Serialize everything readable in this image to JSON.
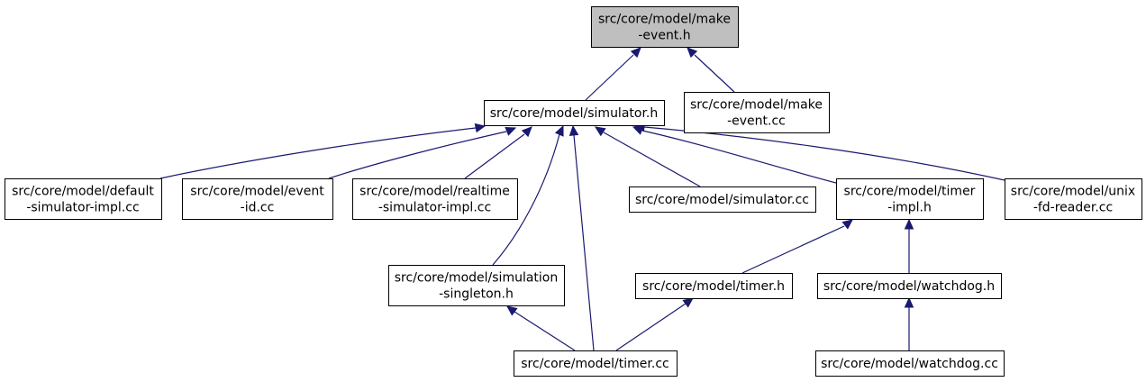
{
  "colors": {
    "root_fill": "#bfbfbf",
    "node_fill": "#ffffff",
    "node_stroke": "#000000",
    "edge": "#191970"
  },
  "nodes": [
    {
      "id": "make-event-h",
      "lines": [
        "src/core/model/make",
        "-event.h"
      ],
      "root": true
    },
    {
      "id": "simulator-h",
      "lines": [
        "src/core/model/simulator.h"
      ]
    },
    {
      "id": "make-event-cc",
      "lines": [
        "src/core/model/make",
        "-event.cc"
      ]
    },
    {
      "id": "default-simulator-impl-cc",
      "lines": [
        "src/core/model/default",
        "-simulator-impl.cc"
      ]
    },
    {
      "id": "event-id-cc",
      "lines": [
        "src/core/model/event",
        "-id.cc"
      ]
    },
    {
      "id": "realtime-simulator-impl-cc",
      "lines": [
        "src/core/model/realtime",
        "-simulator-impl.cc"
      ]
    },
    {
      "id": "simulator-cc",
      "lines": [
        "src/core/model/simulator.cc"
      ]
    },
    {
      "id": "timer-impl-h",
      "lines": [
        "src/core/model/timer",
        "-impl.h"
      ]
    },
    {
      "id": "unix-fd-reader-cc",
      "lines": [
        "src/core/model/unix",
        "-fd-reader.cc"
      ]
    },
    {
      "id": "simulation-singleton-h",
      "lines": [
        "src/core/model/simulation",
        "-singleton.h"
      ]
    },
    {
      "id": "timer-h",
      "lines": [
        "src/core/model/timer.h"
      ]
    },
    {
      "id": "watchdog-h",
      "lines": [
        "src/core/model/watchdog.h"
      ]
    },
    {
      "id": "timer-cc",
      "lines": [
        "src/core/model/timer.cc"
      ]
    },
    {
      "id": "watchdog-cc",
      "lines": [
        "src/core/model/watchdog.cc"
      ]
    }
  ],
  "edges": [
    {
      "from": "simulator-h",
      "to": "make-event-h"
    },
    {
      "from": "make-event-cc",
      "to": "make-event-h"
    },
    {
      "from": "default-simulator-impl-cc",
      "to": "simulator-h"
    },
    {
      "from": "event-id-cc",
      "to": "simulator-h"
    },
    {
      "from": "realtime-simulator-impl-cc",
      "to": "simulator-h"
    },
    {
      "from": "simulation-singleton-h",
      "to": "simulator-h"
    },
    {
      "from": "timer-cc",
      "to": "simulator-h"
    },
    {
      "from": "simulator-cc",
      "to": "simulator-h"
    },
    {
      "from": "timer-impl-h",
      "to": "simulator-h"
    },
    {
      "from": "unix-fd-reader-cc",
      "to": "simulator-h"
    },
    {
      "from": "timer-h",
      "to": "timer-impl-h"
    },
    {
      "from": "watchdog-h",
      "to": "timer-impl-h"
    },
    {
      "from": "timer-cc",
      "to": "simulation-singleton-h"
    },
    {
      "from": "timer-cc",
      "to": "timer-h"
    },
    {
      "from": "watchdog-cc",
      "to": "watchdog-h"
    }
  ]
}
